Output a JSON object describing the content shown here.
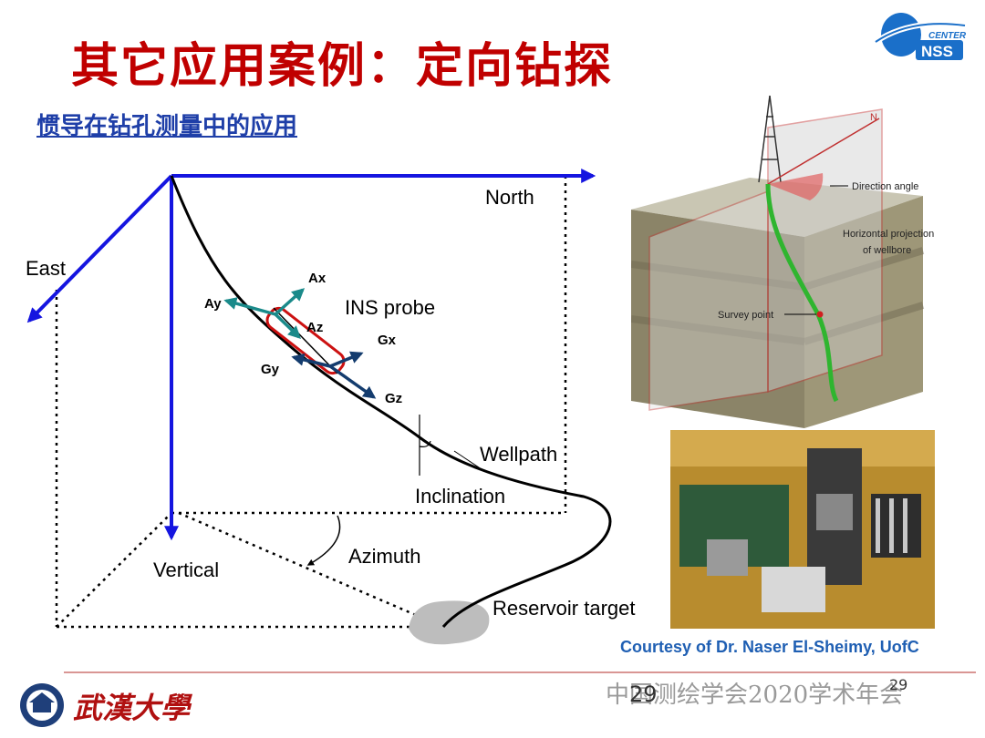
{
  "title": "其它应用案例：定向钻探",
  "subtitle": "惯导在钻孔测量中的应用",
  "logo": {
    "center_text": "CENTER",
    "nss_text": "NSS"
  },
  "diagram": {
    "north": "North",
    "east": "East",
    "vertical": "Vertical",
    "ins_probe": "INS probe",
    "ax": "Ax",
    "ay": "Ay",
    "az": "Az",
    "gx": "Gx",
    "gy": "Gy",
    "gz": "Gz",
    "wellpath": "Wellpath",
    "inclination": "Inclination",
    "azimuth": "Azimuth",
    "reservoir_target": "Reservoir target"
  },
  "photo1": {
    "direction_angle": "Direction angle",
    "horizontal_projection_1": "Horizontal projection",
    "horizontal_projection_2": "of wellbore",
    "survey_point": "Survey point",
    "north_marker": "N"
  },
  "credit": "Courtesy of Dr. Naser El-Sheimy, UofC",
  "footer": {
    "conference": "中国测绘学会2020学术年会",
    "page_number": "29",
    "page_number_small": "29",
    "university": "武漢大學"
  },
  "colors": {
    "title": "#c00000",
    "subtitle": "#1f3fa8",
    "axis": "#1515e0",
    "accel": "#1a8a8a",
    "gyro": "#143c6e",
    "probe": "#cc1111"
  }
}
